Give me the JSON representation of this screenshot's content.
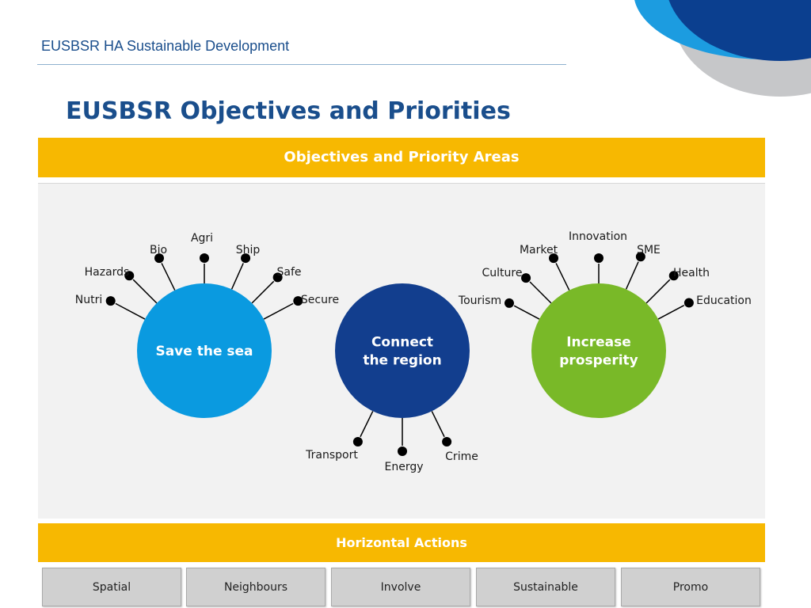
{
  "header": {
    "text": "EUSBSR HA Sustainable Development"
  },
  "title": "EUSBSR Objectives and Priorities",
  "top_band": {
    "label": "Objectives and Priority Areas"
  },
  "objectives": [
    {
      "label_lines": [
        "Save the sea"
      ],
      "color": "#0a9ae0",
      "spokes": [
        "Nutri",
        "Hazards",
        "Bio",
        "Agri",
        "Ship",
        "Safe",
        "Secure"
      ]
    },
    {
      "label_lines": [
        "Connect",
        "the region"
      ],
      "color": "#123e8e",
      "spokes": [
        "Transport",
        "Energy",
        "Crime"
      ]
    },
    {
      "label_lines": [
        "Increase",
        "prosperity"
      ],
      "color": "#79b928",
      "spokes": [
        "Tourism",
        "Culture",
        "Market",
        "Innovation",
        "SME",
        "Health",
        "Education"
      ]
    }
  ],
  "bottom_band": {
    "label": "Horizontal Actions"
  },
  "horizontal_actions": [
    "Spatial",
    "Neighbours",
    "Involve",
    "Sustainable",
    "Promo"
  ],
  "colors": {
    "accent_yellow": "#f7b801",
    "title_blue": "#1a4e8c",
    "panel_gray": "#f2f2f2"
  }
}
